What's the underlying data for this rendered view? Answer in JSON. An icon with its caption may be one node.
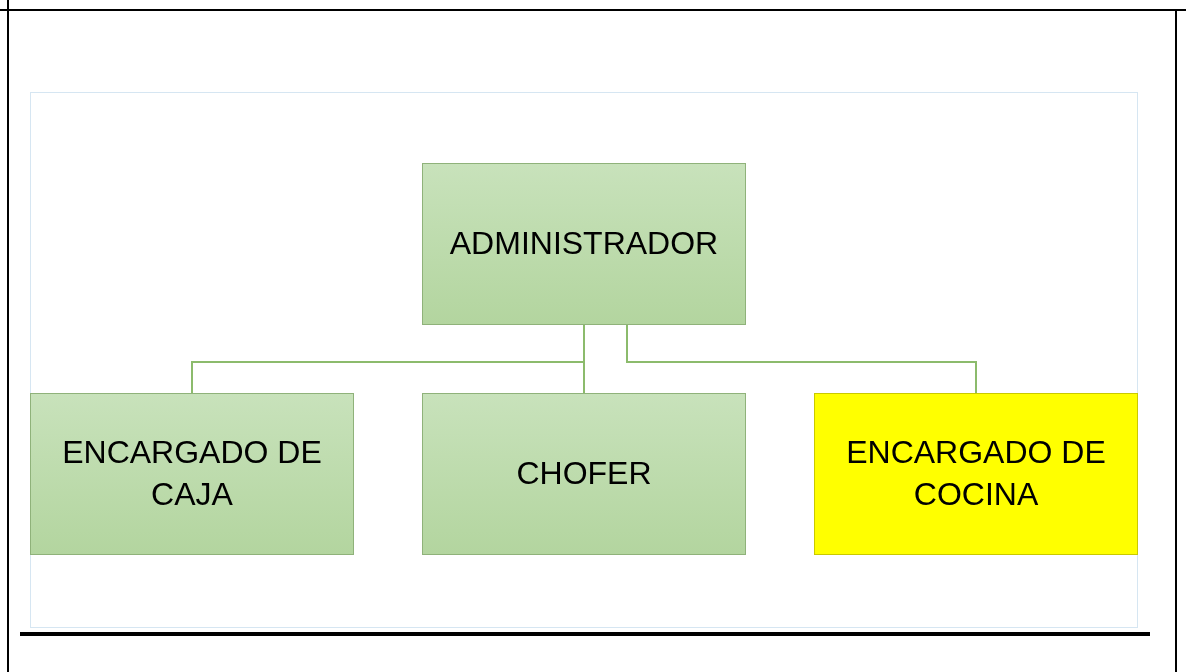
{
  "diagram": {
    "nodes": [
      {
        "text": [
          "ADMINISTRADOR"
        ]
      },
      {
        "text": [
          "ENCARGADO DE CAJA"
        ]
      },
      {
        "text": [
          "CHOFER"
        ]
      },
      {
        "text": [
          "ENCARGADO DE COCINA"
        ]
      }
    ],
    "edges": [
      {
        "from": 0,
        "to": 1,
        "arrow": "none"
      },
      {
        "from": 0,
        "to": 2,
        "arrow": "none"
      },
      {
        "from": 0,
        "to": 3,
        "arrow": "none"
      }
    ]
  }
}
